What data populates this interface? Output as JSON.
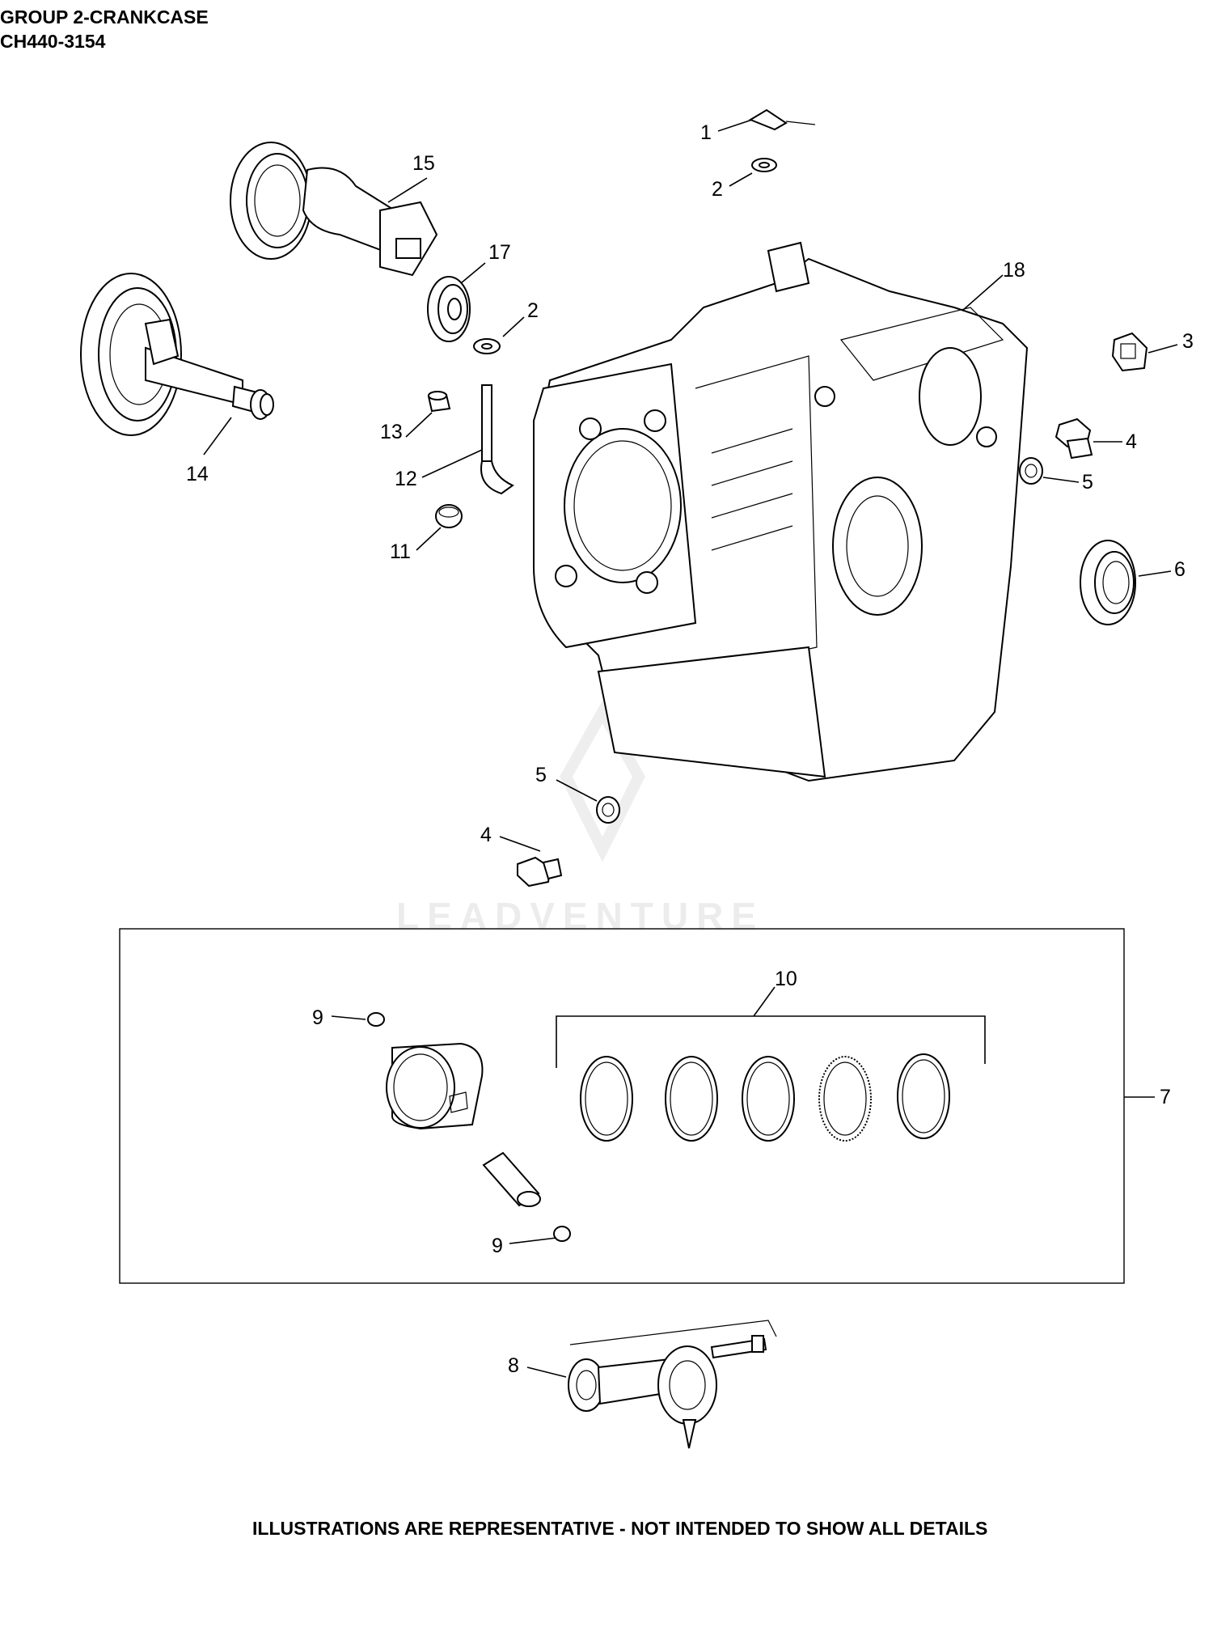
{
  "header": {
    "group_title": "GROUP 2-CRANKCASE",
    "model": "CH440-3154"
  },
  "footer": {
    "disclaimer": "ILLUSTRATIONS ARE REPRESENTATIVE - NOT INTENDED TO SHOW ALL DETAILS"
  },
  "watermark": {
    "text": "LEADVENTURE"
  },
  "callouts": [
    {
      "id": "c1",
      "label": "1"
    },
    {
      "id": "c2a",
      "label": "2"
    },
    {
      "id": "c2b",
      "label": "2"
    },
    {
      "id": "c3",
      "label": "3"
    },
    {
      "id": "c4a",
      "label": "4"
    },
    {
      "id": "c4b",
      "label": "4"
    },
    {
      "id": "c5a",
      "label": "5"
    },
    {
      "id": "c5b",
      "label": "5"
    },
    {
      "id": "c6",
      "label": "6"
    },
    {
      "id": "c7",
      "label": "7"
    },
    {
      "id": "c8",
      "label": "8"
    },
    {
      "id": "c9a",
      "label": "9"
    },
    {
      "id": "c9b",
      "label": "9"
    },
    {
      "id": "c10",
      "label": "10"
    },
    {
      "id": "c11",
      "label": "11"
    },
    {
      "id": "c12",
      "label": "12"
    },
    {
      "id": "c13",
      "label": "13"
    },
    {
      "id": "c14",
      "label": "14"
    },
    {
      "id": "c15",
      "label": "15"
    },
    {
      "id": "c17",
      "label": "17"
    },
    {
      "id": "c18",
      "label": "18"
    }
  ]
}
